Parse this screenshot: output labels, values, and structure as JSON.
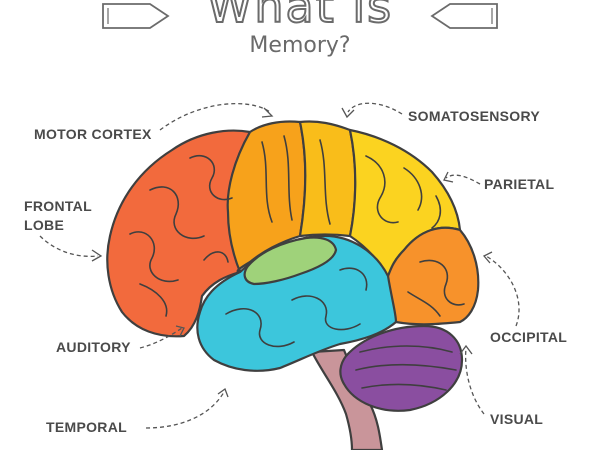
{
  "title": {
    "main": "What is",
    "sub": "Memory?"
  },
  "labels": {
    "motor_cortex": "MOTOR CORTEX",
    "somatosensory": "SOMATOSENSORY",
    "parietal": "PARIETAL",
    "frontal_line1": "FRONTAL",
    "frontal_line2": "LOBE",
    "occipital": "OCCIPITAL",
    "auditory": "AUDITORY",
    "temporal": "TEMPORAL",
    "visual": "VISUAL"
  },
  "colors": {
    "frontal": "#f26a3d",
    "motor": "#f7a21b",
    "somatosensory": "#f9bd1a",
    "parietal": "#fbd320",
    "occipital": "#f7922b",
    "auditory": "#9fd27a",
    "temporal": "#3cc6dc",
    "cerebellum": "#8a4ea0",
    "brainstem": "#c9959a"
  }
}
